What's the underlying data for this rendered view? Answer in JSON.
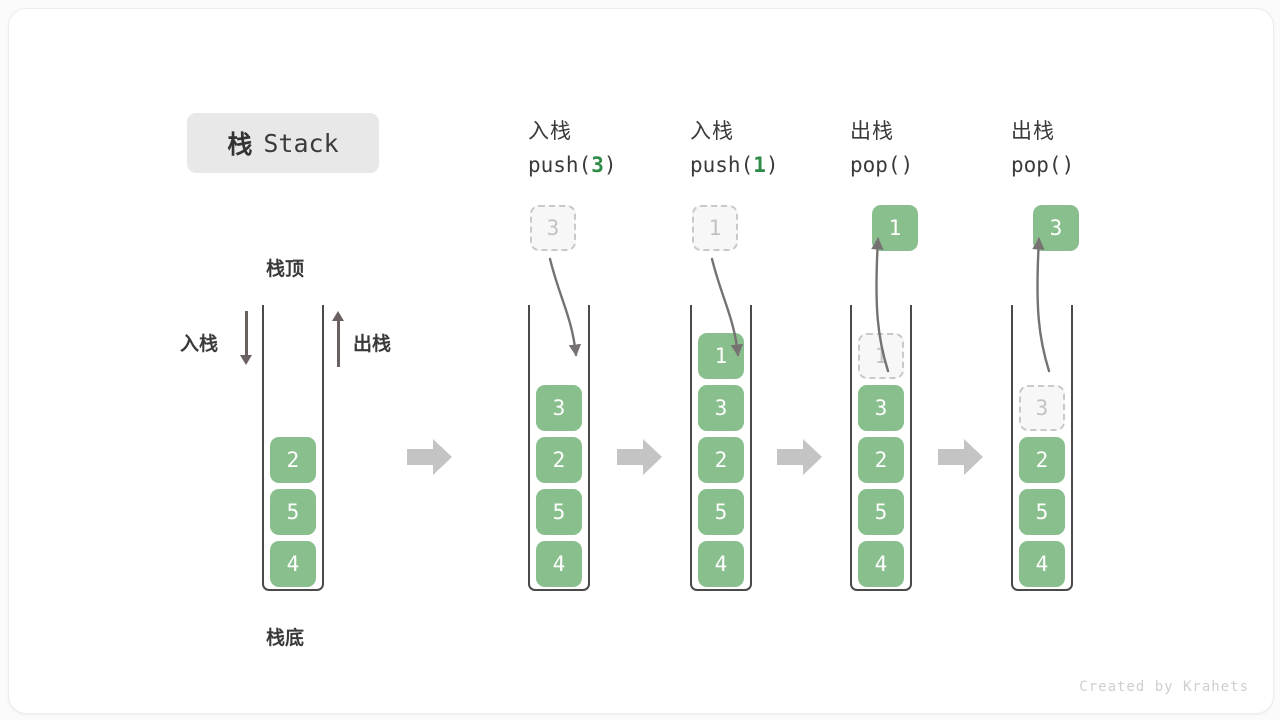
{
  "figure": {
    "title_cn": "栈",
    "title_en": "Stack",
    "credit": "Created by Krahets",
    "accent_green": "#88bf8d",
    "ghost_gray": "#c2c2c2",
    "arrow_gray": "#c4c4c4",
    "text_dark": "#3a3a3a",
    "push_number_color": "#2e8b46"
  },
  "overview": {
    "top_label": "栈顶",
    "bottom_label": "栈底",
    "push_label": "入栈",
    "pop_label": "出栈",
    "stack_values": [
      "2",
      "5",
      "4"
    ]
  },
  "steps": [
    {
      "id": "step-push-3",
      "op_cn": "入栈",
      "op_code_prefix": "push(",
      "op_code_arg": "3",
      "op_code_suffix": ")",
      "floating": {
        "value": "3",
        "style": "ghost"
      },
      "arrow": "into-stack",
      "stack_values": [
        "3",
        "2",
        "5",
        "4"
      ],
      "ghost_in_stack": null
    },
    {
      "id": "step-push-1",
      "op_cn": "入栈",
      "op_code_prefix": "push(",
      "op_code_arg": "1",
      "op_code_suffix": ")",
      "floating": {
        "value": "1",
        "style": "ghost"
      },
      "arrow": "into-stack",
      "stack_values": [
        "1",
        "3",
        "2",
        "5",
        "4"
      ],
      "ghost_in_stack": null
    },
    {
      "id": "step-pop-1",
      "op_cn": "出栈",
      "op_code_prefix": "pop(",
      "op_code_arg": "",
      "op_code_suffix": ")",
      "floating": {
        "value": "1",
        "style": "solid"
      },
      "arrow": "out-of-stack",
      "stack_values": [
        "3",
        "2",
        "5",
        "4"
      ],
      "ghost_in_stack": "1"
    },
    {
      "id": "step-pop-3",
      "op_cn": "出栈",
      "op_code_prefix": "pop(",
      "op_code_arg": "",
      "op_code_suffix": ")",
      "floating": {
        "value": "3",
        "style": "solid"
      },
      "arrow": "out-of-stack",
      "stack_values": [
        "2",
        "5",
        "4"
      ],
      "ghost_in_stack": "3"
    }
  ]
}
